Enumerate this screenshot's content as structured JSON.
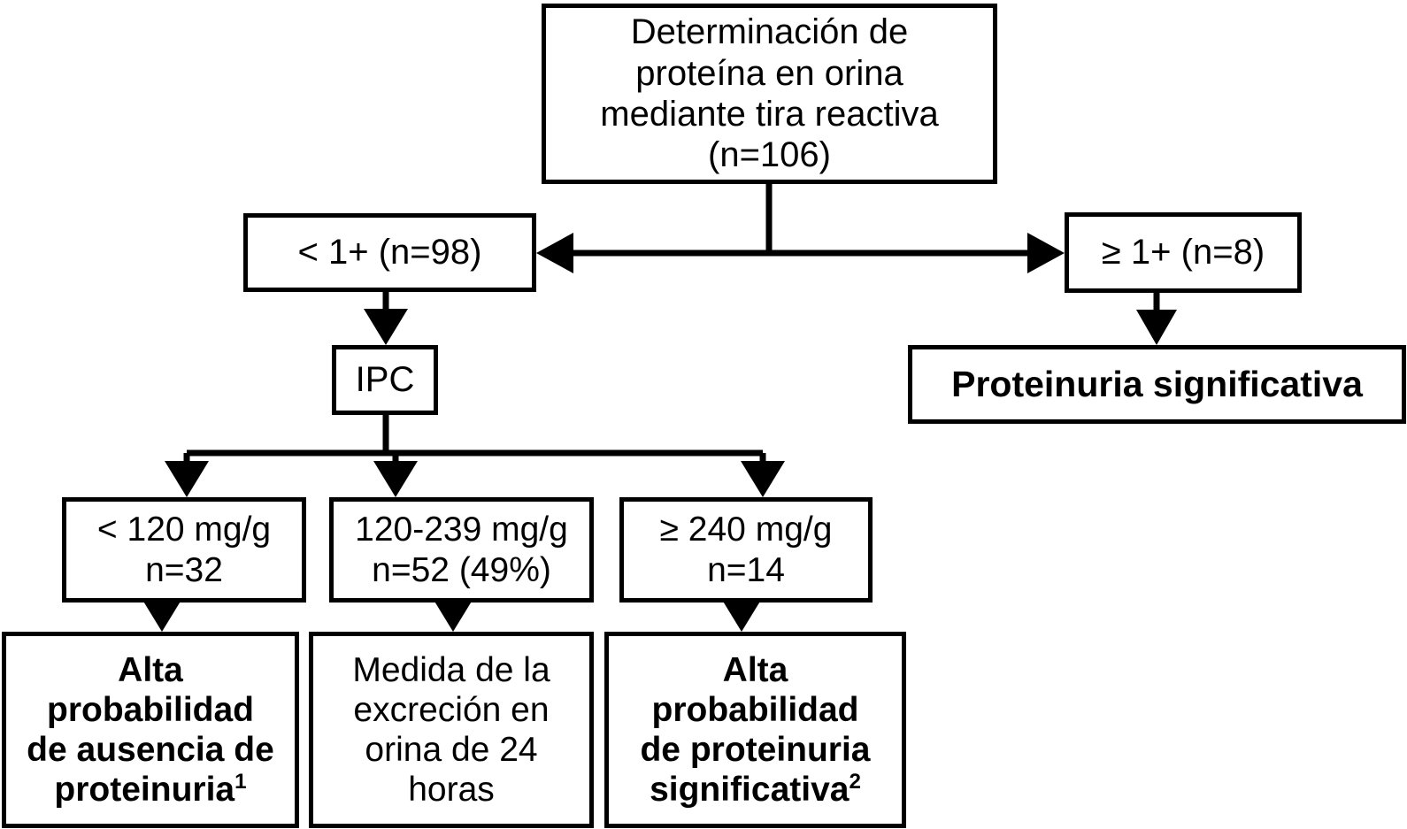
{
  "figure": {
    "type": "flowchart",
    "language": "es",
    "background_color": "#ffffff",
    "line_color": "#000000",
    "title": ""
  },
  "nodes": {
    "root": {
      "id": "root",
      "label": "Determinación de\nproteína en orina\nmediante tira reactiva\n(n=106)",
      "bold": false,
      "n": 106
    },
    "lt1": {
      "id": "lt1",
      "label": "< 1+ (n=98)",
      "bold": false,
      "n": 98
    },
    "ge1": {
      "id": "ge1",
      "label": "≥ 1+ (n=8)",
      "bold": false,
      "n": 8
    },
    "ipc": {
      "id": "ipc",
      "label": "IPC",
      "bold": false
    },
    "prot_sig": {
      "id": "prot_sig",
      "label": "Proteinuria significativa",
      "bold": true
    },
    "lt120": {
      "id": "lt120",
      "label": "< 120 mg/g\nn=32",
      "bold": false,
      "range": "< 120 mg/g",
      "n": 32
    },
    "mid120_239": {
      "id": "mid120_239",
      "label": "120-239 mg/g\nn=52 (49%)",
      "bold": false,
      "range": "120-239 mg/g",
      "n": 52,
      "percent": "49%"
    },
    "ge240": {
      "id": "ge240",
      "label": "≥ 240 mg/g\nn=14",
      "bold": false,
      "range": "≥ 240 mg/g",
      "n": 14
    },
    "out1": {
      "id": "out1",
      "label_main": "Alta\nprobabilidad\nde ausencia de\nproteinuria",
      "superscript": "1",
      "bold": true
    },
    "out2": {
      "id": "out2",
      "label_main": "Medida de la\nexcreción en\norina de 24\nhoras",
      "superscript": "",
      "bold": false
    },
    "out3": {
      "id": "out3",
      "label_main": "Alta\nprobabilidad\nde proteinuria\nsignificativa",
      "superscript": "2",
      "bold": true
    }
  },
  "edges": [
    {
      "from": "root",
      "to": "lt1",
      "arrow": "single",
      "direction": "left"
    },
    {
      "from": "root",
      "to": "ge1",
      "arrow": "single",
      "direction": "right"
    },
    {
      "from": "lt1",
      "to": "ipc",
      "arrow": "single",
      "direction": "down"
    },
    {
      "from": "ge1",
      "to": "prot_sig",
      "arrow": "single",
      "direction": "down"
    },
    {
      "from": "ipc",
      "to": "lt120",
      "arrow": "single",
      "direction": "down"
    },
    {
      "from": "ipc",
      "to": "mid120_239",
      "arrow": "single",
      "direction": "down"
    },
    {
      "from": "ipc",
      "to": "ge240",
      "arrow": "single",
      "direction": "down"
    },
    {
      "from": "lt120",
      "to": "out1",
      "arrow": "single",
      "direction": "down"
    },
    {
      "from": "mid120_239",
      "to": "out2",
      "arrow": "single",
      "direction": "down"
    },
    {
      "from": "ge240",
      "to": "out3",
      "arrow": "single",
      "direction": "down"
    }
  ]
}
